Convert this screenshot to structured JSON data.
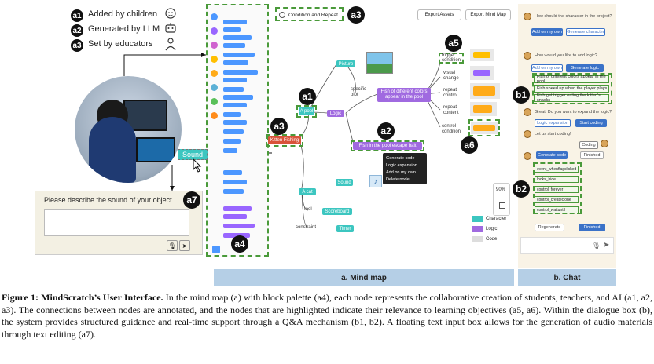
{
  "legend": [
    {
      "badge": "a1",
      "label": "Added by children"
    },
    {
      "badge": "a2",
      "label": "Generated by LLM"
    },
    {
      "badge": "a3",
      "label": "Set by educators"
    }
  ],
  "mindmap": {
    "title": "Condition and Repeat",
    "export_assets": "Export Assets",
    "export_mindmap": "Export Mind Map",
    "nodes": {
      "picture": "Picture",
      "specific_plot": "specific\nplot",
      "fish_colors": "Fish of different colors\nappear in the pool",
      "a_pool": "A pool",
      "logic": "Logic",
      "kitten_fishing": "Kitten Fishing",
      "fish_escape": "Fish in the pool escape bait",
      "sound": "Sound",
      "a_cat": "A cat",
      "tool": "tool",
      "scoreboard": "Scoreboard",
      "constraint": "constraint",
      "timer": "Timer",
      "trigger": "trigger\ncondition",
      "visual_change": "visual\nchange",
      "repeat_control": "repeat\ncontrol",
      "repeat_content": "repeat\ncontent",
      "control_condition": "control\ncondition"
    },
    "context_menu": [
      "Generate code",
      "Logic expansion",
      "Add on my own",
      "Delete node"
    ],
    "zoom": "90%",
    "map_legend": [
      {
        "label": "Character",
        "color": "#3cc6c0"
      },
      {
        "label": "Logic",
        "color": "#a06ae0"
      },
      {
        "label": "Code",
        "color": "#dddddd"
      }
    ],
    "footer": "a. Mind map"
  },
  "chat": {
    "q1": "How should the character in the project?",
    "add_own": "Add on my own",
    "gen_char": "Generate character",
    "q2": "How would you like to add logic?",
    "add_own2": "Add on my own",
    "gen_logic": "Generate logic",
    "options": [
      "Fish of different colors appear in the pool",
      "Fish speed up when the player plays",
      "Fish get trigger eating the kitten's snacks"
    ],
    "q3": "Great. Do you want to expand the logic?",
    "logic_expansion": "Logic expansion",
    "start_coding": "Start coding",
    "q4": "Let us start coding!",
    "coding": "Coding",
    "generate_code": "Generate code",
    "finished": "Finished",
    "code_blocks": [
      "event_whenflagclicked",
      "looks_hide",
      "control_forever",
      "control_createclone",
      "control_waituntil"
    ],
    "regenerate": "Regenerate",
    "finished2": "Finished",
    "footer": "b. Chat"
  },
  "sound": {
    "chip": "Sound",
    "prompt": "Please describe the sound of your object"
  },
  "badges": {
    "a1": "a1",
    "a2": "a2",
    "a3": "a3",
    "a4": "a4",
    "a5": "a5",
    "a6": "a6",
    "a7": "a7",
    "b1": "b1",
    "b2": "b2"
  },
  "caption": {
    "label": "Figure 1: MindScratch’s User Interface.",
    "text": " In the mind map (a) with block palette (a4), each node represents the collaborative creation of students, teachers, and AI (a1, a2, a3). The connections between nodes are annotated, and the nodes that are highlighted indicate their relevance to learning objectives (a5, a6). Within the dialogue box (b), the system provides structured guidance and real-time support through a Q&A mechanism (b1, b2). A floating text input box allows for the generation of audio materials through text editing (a7)."
  }
}
